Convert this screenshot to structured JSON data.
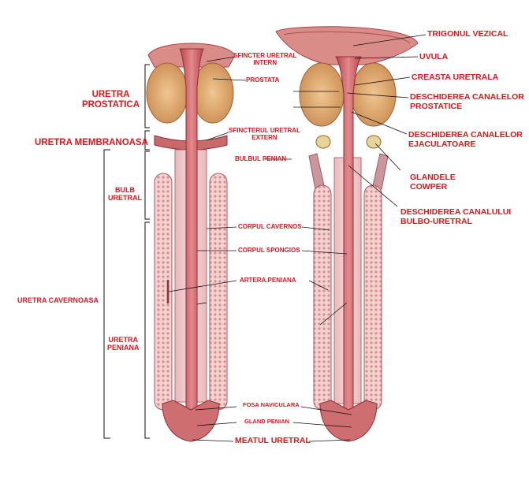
{
  "labels": {
    "uretra_prostatica": "URETRA\nPROSTATICA",
    "uretra_membranoasa": "URETRA MEMBRANOASA",
    "bulb_uretral": "BULB\nURETRAL",
    "uretra_cavernoasa": "URETRA CAVERNOASA",
    "uretra_peniana": "URETRA\nPENIANA",
    "sfincter_intern": "SFINCTER URETRAL\nINTERN",
    "prostata": "PROSTATA",
    "sfincter_extern": "SFINCTERUL URETRAL\nEXTERN",
    "bulbul_penian": "BULBUL PENIAN",
    "corpul_cavernos": "CORPUL CAVERNOS",
    "corpul_spongios": "CORPUL SPONGIOS",
    "artera_peniana": "ARTERA.PENIANA",
    "fosa_naviculara": "FOSA NAVICULARA",
    "gland_penian": "GLAND PENIAN",
    "meatul_uretral": "MEATUL URETRAL",
    "trigonul_vezical": "TRIGONUL VEZICAL",
    "uvula": "UVULA",
    "creasta_uretrala": "CREASTA URETRALA",
    "deschiderea_prostatice": "DESCHIDEREA CANALELOR\nPROSTATICE",
    "deschiderea_ejaculatoare": "DESCHIDEREA CANALELOR\nEJACULATOARE",
    "glandele_cowper": "GLANDELE\nCOWPER",
    "deschiderea_bulbo": "DESCHIDEREA CANALULUI\nBULBO-URETRAL"
  },
  "colors": {
    "label": "#e8141c",
    "tissue": "#c8535a",
    "tissue_dark": "#9e2a33",
    "prostate": "#e2b07a",
    "leader": "#111111"
  }
}
